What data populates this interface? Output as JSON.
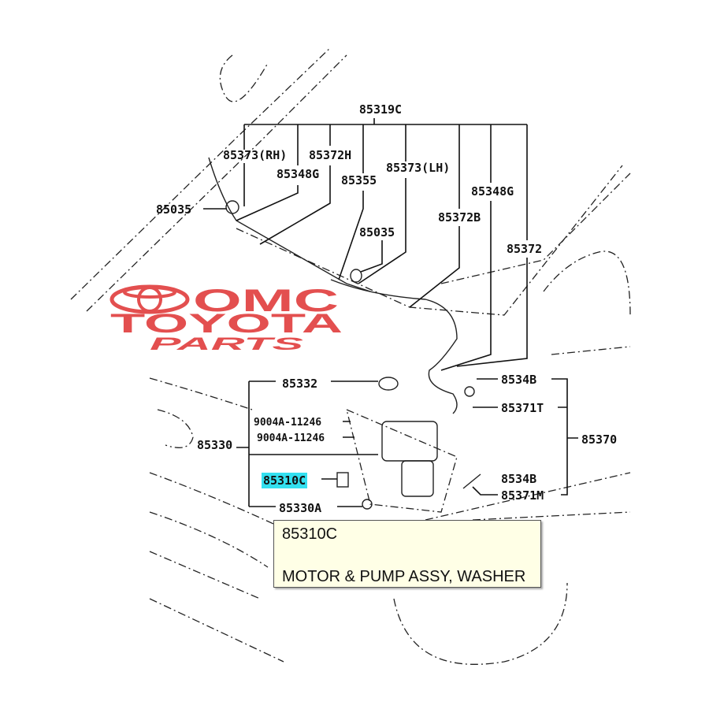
{
  "labels": {
    "assy_85319c": "85319C",
    "p85373_rh": "85373(RH)",
    "p85372h": "85372H",
    "p85348g_a": "85348G",
    "p85355": "85355",
    "p85373_lh": "85373(LH)",
    "p85348g_b": "85348G",
    "p85035_a": "85035",
    "p85035_b": "85035",
    "p85372b": "85372B",
    "p85372": "85372",
    "p85332": "85332",
    "p8534b_a": "8534B",
    "p85371t": "85371T",
    "p9004a_a": "9004A-11246",
    "p9004a_b": "9004A-11246",
    "p85330": "85330",
    "p85370": "85370",
    "p85310c": "85310C",
    "p8534b_b": "8534B",
    "p85371m": "85371M",
    "p85330a": "85330A"
  },
  "highlight_color": "#33e0f0",
  "watermark": {
    "line1": "OMC",
    "line2": "TOYOTA",
    "line3": "PARTS",
    "color": "#e03c3c"
  },
  "tooltip": {
    "code": "85310C",
    "description": "MOTOR & PUMP ASSY, WASHER"
  }
}
